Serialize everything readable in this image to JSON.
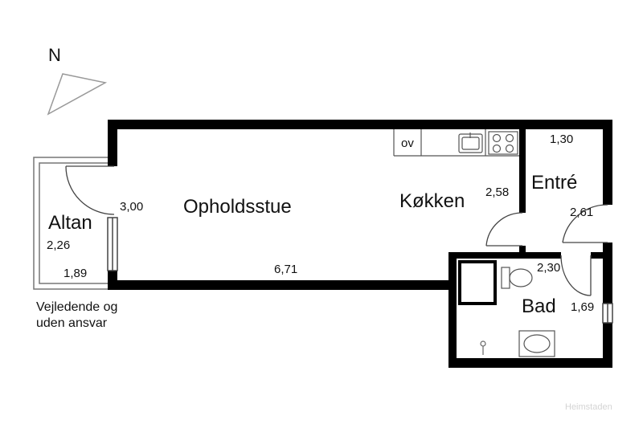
{
  "compass": {
    "label": "N"
  },
  "rooms": {
    "altan": "Altan",
    "opholdsstue": "Opholdsstue",
    "kokken": "Køkken",
    "entre": "Entré",
    "bad": "Bad"
  },
  "dimensions": {
    "altan_depth": "2,26",
    "altan_width": "1,89",
    "living_depth": "3,00",
    "living_length": "6,71",
    "kitchen_depth": "2,58",
    "entre_width": "1,30",
    "entre_length": "2,61",
    "bath_width": "2,30",
    "bath_depth": "1,69"
  },
  "appliances": {
    "oven": "ov"
  },
  "disclaimer": {
    "line1": "Vejledende og",
    "line2": "uden ansvar"
  },
  "watermark": "Heimstaden"
}
